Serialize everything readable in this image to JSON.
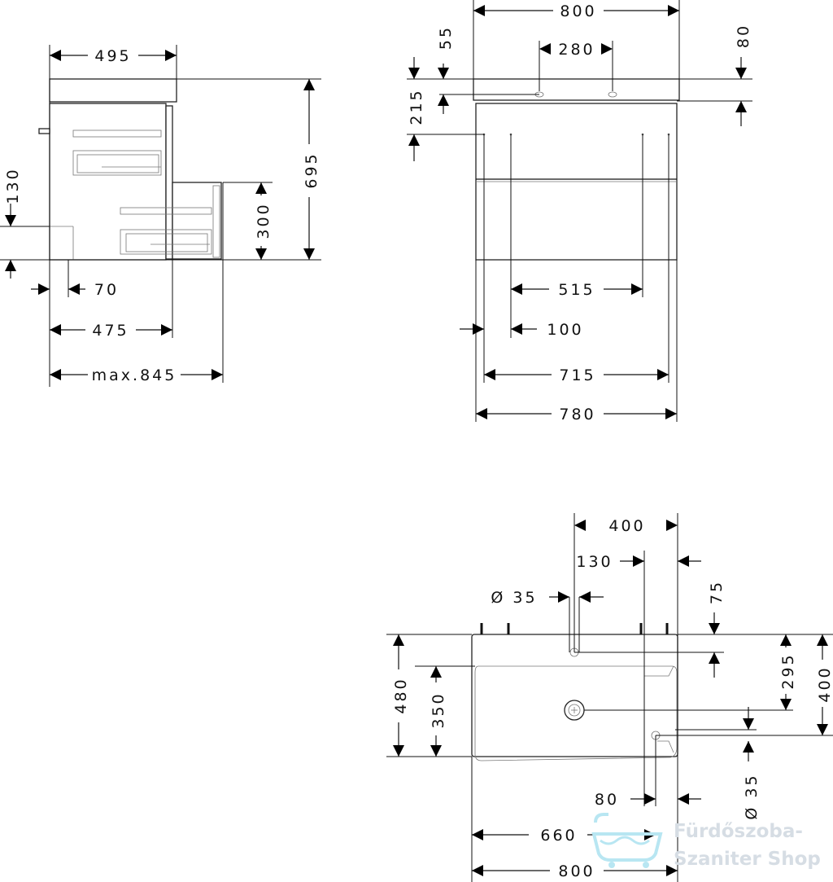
{
  "side_view": {
    "top_width": "495",
    "total_height": "695",
    "height_130": "130",
    "drawer_300": "300",
    "offset_70": "70",
    "depth_475": "475",
    "max_depth": "max.845"
  },
  "front_view": {
    "width_800": "800",
    "dim_55": "55",
    "dim_280": "280",
    "dim_80": "80",
    "dim_215": "215",
    "dim_515": "515",
    "dim_100": "100",
    "dim_715": "715",
    "dim_780": "780"
  },
  "top_view": {
    "dim_400_top": "400",
    "dim_130": "130",
    "dim_75": "75",
    "dia_35_tap": "Ø 35",
    "dim_480": "480",
    "dim_350": "350",
    "dim_295": "295",
    "dim_400_right": "400",
    "dia_35_overflow": "Ø 35",
    "dim_80": "80",
    "dim_660": "660",
    "dim_800": "800"
  },
  "watermark": {
    "line1": "Fürdőszoba-",
    "line2": "Szaniter Shop"
  },
  "colors": {
    "lines": "#111111",
    "watermark": "#d6dde4",
    "watermark_logo": "#b8e6f2"
  }
}
